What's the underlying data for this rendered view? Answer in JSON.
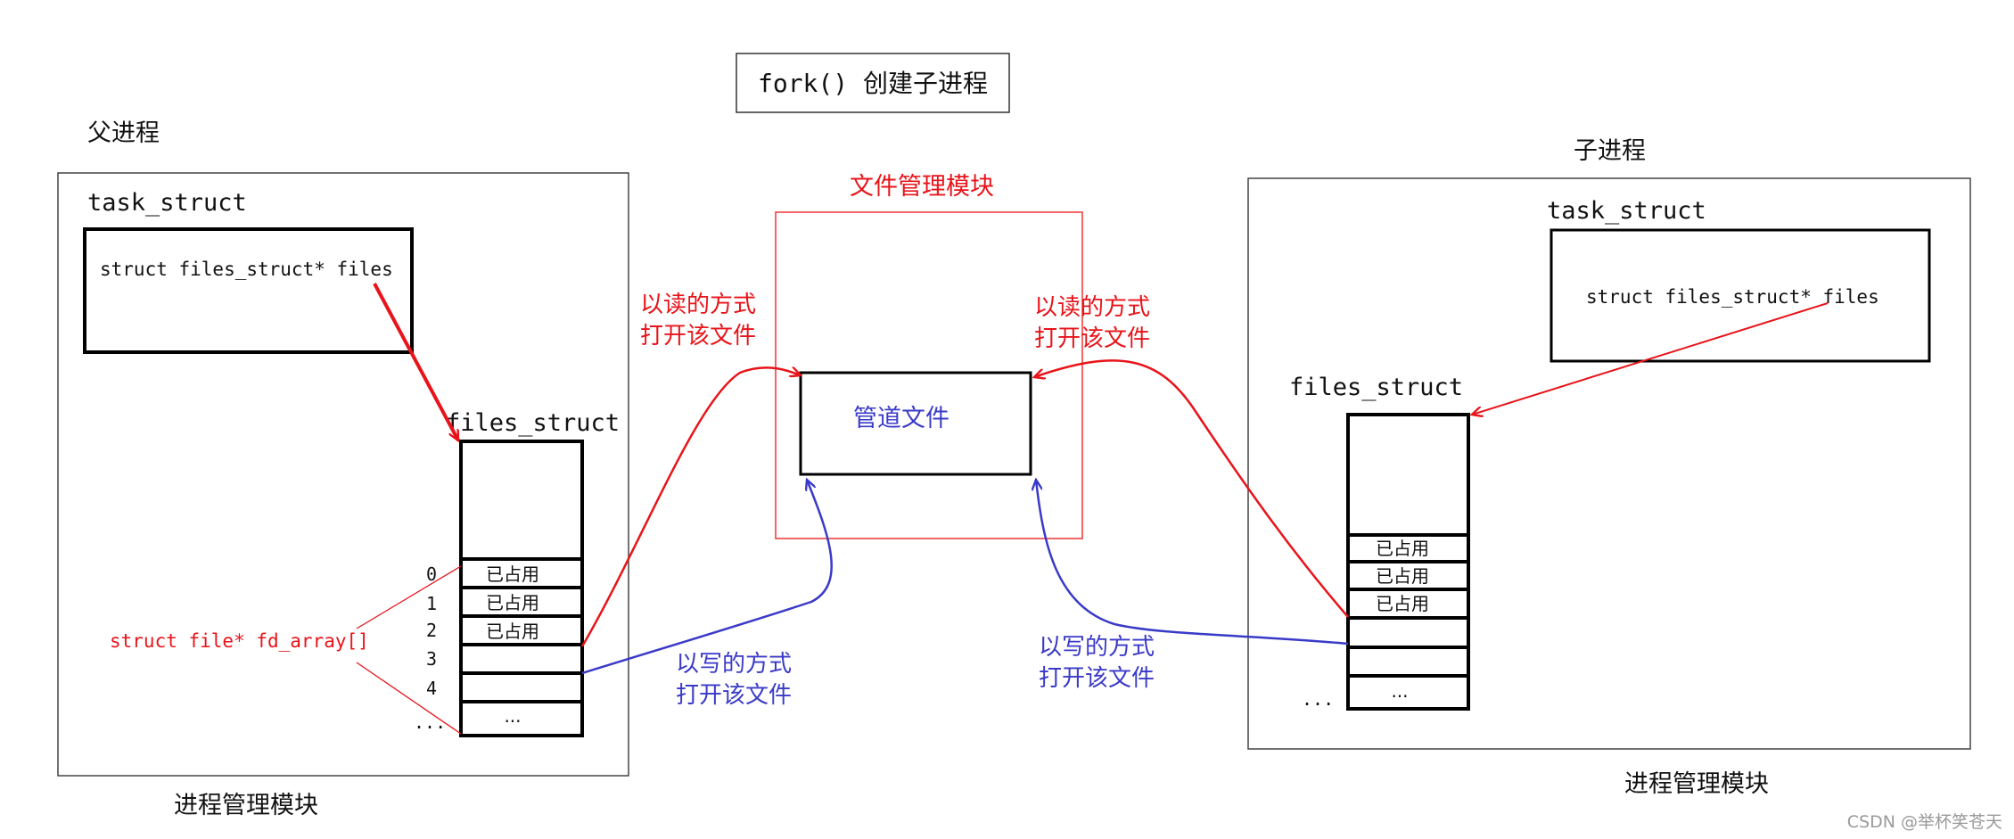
{
  "title": "fork() 创建子进程",
  "parent": {
    "label": "父进程",
    "task_struct": "task_struct",
    "files_field": "struct files_struct* files",
    "files_struct": "files_struct",
    "fd_numbers": [
      "0",
      "1",
      "2",
      "3",
      "4",
      "..."
    ],
    "slots": [
      "已占用",
      "已占用",
      "已占用",
      "",
      "",
      "..."
    ],
    "fd_array_label": "struct file* fd_array[]",
    "module_label": "进程管理模块"
  },
  "child": {
    "label": "子进程",
    "task_struct": "task_struct",
    "files_field": "struct files_struct* files",
    "files_struct": "files_struct",
    "slots": [
      "已占用",
      "已占用",
      "已占用",
      "",
      "",
      "..."
    ],
    "dots": "...",
    "module_label": "进程管理模块"
  },
  "file_module": {
    "label": "文件管理模块",
    "pipe_label": "管道文件"
  },
  "annotations": {
    "parent_read": [
      "以读的方式",
      "打开该文件"
    ],
    "child_read": [
      "以读的方式",
      "打开该文件"
    ],
    "parent_write": [
      "以写的方式",
      "打开该文件"
    ],
    "child_write": [
      "以写的方式",
      "打开该文件"
    ]
  },
  "watermark": "CSDN @举杯笑苍天",
  "colors": {
    "read": "#e8141a",
    "write": "#3a3ac8",
    "frame": "#000000",
    "module_box": "#ee3333"
  }
}
